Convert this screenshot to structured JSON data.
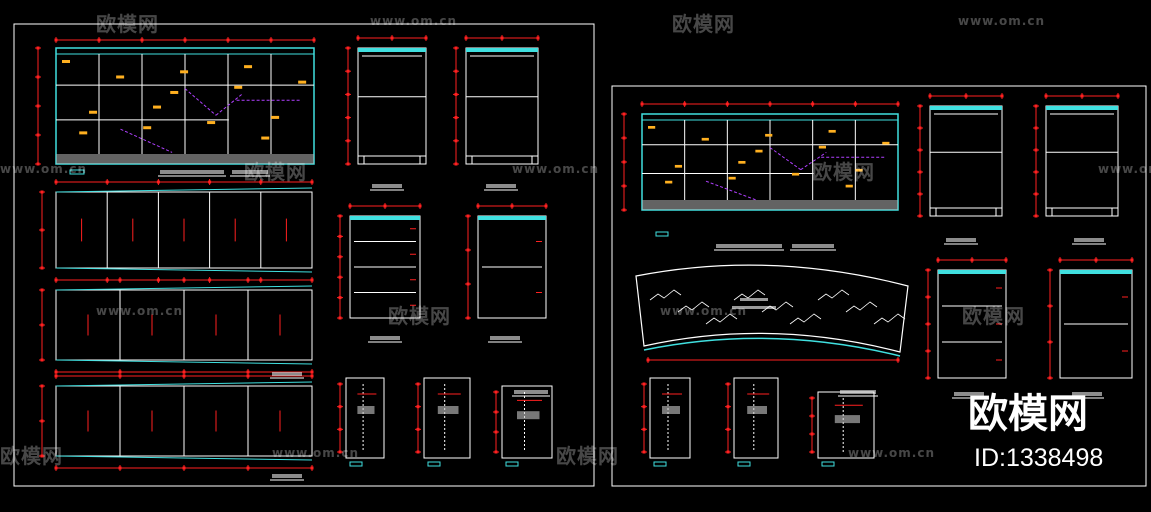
{
  "watermark": {
    "brand": "欧模网",
    "url": "www.om.cn"
  },
  "badge": {
    "name": "欧模网",
    "id": "ID:1338498"
  },
  "colors": {
    "background": "#000000",
    "frame": "#ffffff",
    "dimension": "#ff2020",
    "object": "#40e0e0",
    "accent": "#ffb020",
    "hidden": "#b040ff"
  }
}
